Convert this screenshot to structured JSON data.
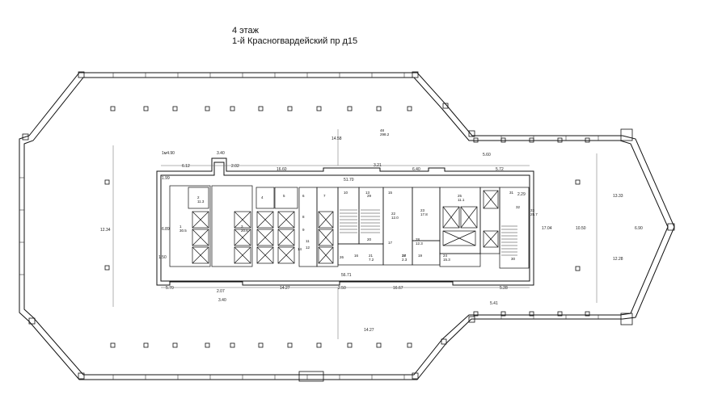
{
  "title": {
    "floor": "4 этаж",
    "address": "1-й Красногвардейский пр д15"
  },
  "dimensions": {
    "d_1440": "1м4.90",
    "d_612": "6.12",
    "d_340_top": "3.40",
    "d_202": "2.02",
    "d_1660": "16.60",
    "d_321": "3.21",
    "d_640": "6.40",
    "d_572": "5.72",
    "d_560": "5.60",
    "d_1458": "14.58",
    "d_1234": "12.34",
    "d_1333": "13.33",
    "d_1228": "12.28",
    "d_1050": "10.50",
    "d_690": "6.90",
    "d_1704": "17.04",
    "d_1970": "51.70",
    "d_570": "5.70",
    "d_207": "2.07",
    "d_340_bot": "3.40",
    "d_1427": "14.27",
    "d_250": "2.50",
    "d_1667": "16.67",
    "d_528": "5.28",
    "d_541": "5.41",
    "d_1427v": "14.27",
    "d_2671": "56.71",
    "d_199": "1.99",
    "d_689": "6.89",
    "d_150": "1.50",
    "d_229": "2.29"
  },
  "rooms": {
    "r_center": "48\n298.2",
    "r1": "1\n30.5",
    "r2": "2\n11.3",
    "r3": "3\n20.6",
    "r4": "4",
    "r5": "5",
    "r6": "6",
    "r7": "7",
    "r8": "8",
    "r9": "9",
    "r10": "10",
    "r11": "11",
    "r12": "12",
    "r13": "13",
    "r14": "14",
    "r15": "15",
    "r16": "16",
    "r17": "17",
    "r18": "18",
    "r19": "19",
    "r20": "20",
    "r21": "21\n7.2",
    "r22": "22\n12.0",
    "r23": "23\n17.8",
    "r24": "24\n15.3",
    "r25": "25\n11.1",
    "r26": "26",
    "r27": "27\n2.3",
    "r28": "28\n12.3",
    "r29": "29",
    "r30": "30",
    "r31": "31",
    "r32": "32",
    "r33": "33\n25.7"
  }
}
